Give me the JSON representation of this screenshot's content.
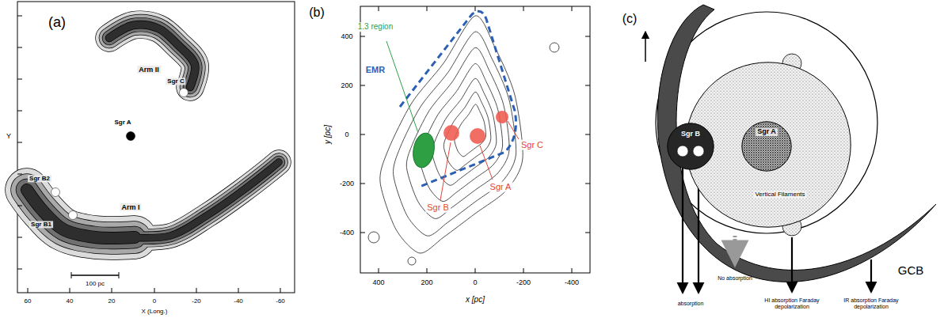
{
  "diagram": {
    "nodes": [
      {
        "text": [
          "Vertical Filaments"
        ]
      },
      {
        "text": [
          "Sgr B"
        ]
      },
      {
        "text": [
          "Sgr A"
        ],
        "in": 0
      }
    ],
    "labels": [
      "(a)",
      "Arm II",
      "Sgr C",
      "Sgr A",
      "Sgr B2",
      "Sgr B1",
      "Arm I",
      "100 pc",
      "Y",
      "60",
      "40",
      "20",
      "0",
      "-20",
      "-40",
      "-60",
      "X (Long.)",
      "(b)",
      "EMR",
      "1.3 region",
      "Sgr C",
      "Sgr A",
      "Sgr B",
      "400",
      "200",
      "0",
      "-200",
      "-400",
      "y [pc]",
      "400",
      "200",
      "0",
      "-200",
      "-400",
      "x [pc]",
      "(c)",
      "absorption",
      "No absorption",
      "HI absorption Faraday depolarization",
      "IR absorption Faraday depolarization",
      "GCB"
    ]
  }
}
